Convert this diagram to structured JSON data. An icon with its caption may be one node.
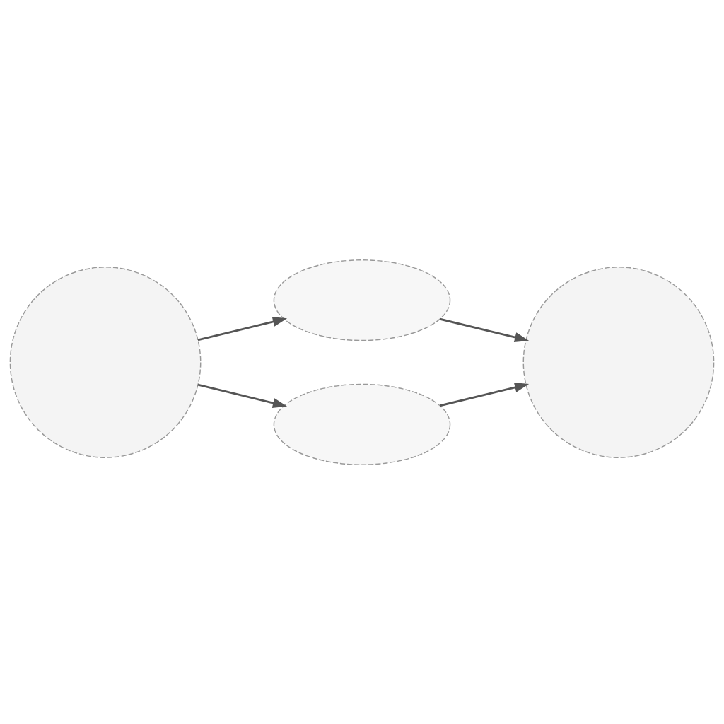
{
  "diagram": {
    "nodes": [
      {
        "text": [],
        "shape": "circle"
      },
      {
        "text": [],
        "shape": "cloud"
      },
      {
        "text": [],
        "shape": "cloud"
      },
      {
        "text": [],
        "shape": "circle"
      }
    ],
    "edges": [
      {
        "from": 0,
        "to": 1,
        "arrow": "to"
      },
      {
        "from": 0,
        "to": 2,
        "arrow": "to"
      },
      {
        "from": 1,
        "to": 3,
        "arrow": "to"
      },
      {
        "from": 2,
        "to": 3,
        "arrow": "to"
      }
    ]
  }
}
